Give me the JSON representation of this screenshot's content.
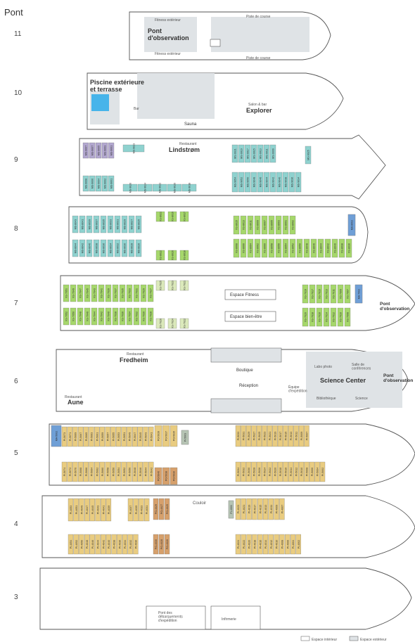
{
  "header": {
    "title": "Pont"
  },
  "colors": {
    "hull_stroke": "#555555",
    "deck_bg": "#ffffff",
    "interior": "#dfe3e6",
    "pool": "#47b4ea",
    "cabin_teal": "#8fd2cf",
    "cabin_green": "#a6d76b",
    "cabin_pale_green": "#dbe9bb",
    "cabin_gold": "#e9cc80",
    "cabin_orange": "#d6a06b",
    "cabin_blue": "#6f9fd6",
    "cabin_purple": "#b2a7cf",
    "cabin_gray_green": "#b6c4b4"
  },
  "decks": [
    {
      "number": "11",
      "labels": {
        "observation": "Pont\nd'observation",
        "fitness_top": "Fitness extérieur",
        "fitness_bottom": "Fitness extérieur",
        "track_top": "Piste de course",
        "track_bottom": "Piste de course"
      }
    },
    {
      "number": "10",
      "labels": {
        "pool": "Piscine extérieure\net terrasse",
        "bar": "Bar",
        "sauna": "Sauna",
        "explorer_small": "Salon & bar",
        "explorer": "Explorer"
      }
    },
    {
      "number": "9",
      "labels": {
        "restaurant_small": "Restaurant",
        "restaurant": "Lindstrøm"
      }
    },
    {
      "number": "8",
      "labels": {}
    },
    {
      "number": "7",
      "labels": {
        "fitness": "Espace Fitness",
        "wellness": "Espace bien-être",
        "observation": "Pont\nd'observation"
      }
    },
    {
      "number": "6",
      "labels": {
        "fredheim_small": "Restaurant",
        "fredheim": "Fredheim",
        "aune_small": "Restaurant",
        "aune": "Aune",
        "boutique": "Boutique",
        "reception": "Réception",
        "expedition": "Équipe\nd'expédition",
        "photo": "Labo photo",
        "conference": "Salle de\nconférences",
        "science_center": "Science Center",
        "library": "Bibliothèque",
        "science": "Science",
        "observation": "Pont\nd'observation"
      }
    },
    {
      "number": "5",
      "labels": {}
    },
    {
      "number": "4",
      "labels": {
        "corridor": "Couloir"
      }
    },
    {
      "number": "3",
      "labels": {
        "landing": "Pont des\ndébarquements\nd'expédition",
        "infirmary": "Infirmerie"
      }
    }
  ],
  "cabins": {
    "deck9": {
      "top": [
        "MS-9007",
        "MS-9007",
        "MS-9005",
        "MS-9003",
        "MS-9001"
      ],
      "bottom": [
        "MS-9008",
        "MS-9006",
        "MS-9004",
        "MS-9002",
        "MS-9001"
      ],
      "upper_row": [
        "MS-9023"
      ],
      "lower_row": [
        "MS-9026",
        "MS-9024",
        "MS-9022",
        "MS-9020",
        "MS-9018"
      ],
      "fwd_top": [
        "MS-9021",
        "MS-9019",
        "MS-9017",
        "MS-9015",
        "MS-9013",
        "MS-9011",
        "MS-9009"
      ],
      "fwd_bottom": [
        "MS-9054",
        "MS-9052",
        "MS-9050",
        "MS-9048",
        "MS-9046",
        "MS-9044",
        "MS-9042",
        "MS-9040",
        "MS-9038",
        "MS-9036",
        "MS-9034"
      ],
      "fwd_suite": [
        "MS-9025"
      ]
    },
    "deck8": {
      "aft_top": [
        "MS-8043",
        "MS-8041",
        "MS-8039",
        "MS-8037",
        "MS-8035",
        "MS-8033",
        "MS-8031",
        "MS-8029",
        "MS-8027",
        "MS-8025"
      ],
      "aft_bottom": [
        "MS-8044",
        "MS-8042",
        "MS-8040",
        "MS-8038",
        "MS-8036",
        "MS-8034",
        "MS-8032",
        "MS-8030",
        "MS-8028",
        "MS-8026"
      ],
      "mid_top": [
        "XS-8021",
        "XS-8019",
        "XS-8017"
      ],
      "mid_bottom": [
        "XS-8022",
        "XS-8020",
        "XS-8018"
      ],
      "fwd_top": [
        "XS-8015",
        "XS-8013",
        "XS-8011",
        "XS-8009",
        "XS-8007",
        "XS-8005",
        "XS-8003",
        "XS-8001",
        "XS-8002"
      ],
      "fwd_bottom": [
        "XS-8068",
        "XS-8066",
        "XS-8064",
        "XS-8062",
        "XS-8060",
        "XS-8058",
        "XS-8056",
        "XS-8054",
        "XS-8052",
        "XS-8050",
        "XS-8048",
        "XS-8046",
        "XS-8044",
        "XS-8042",
        "XS-8040",
        "XS-8038",
        "XS-8036"
      ],
      "end": [
        "MA-8001",
        "MA-8002"
      ]
    },
    "deck7": {
      "aft_top": [
        "XS-7051",
        "XS-7049",
        "XS-7047",
        "XS-7045",
        "XS-7043",
        "XS-7041",
        "XS-7039",
        "XS-7037",
        "XS-7035",
        "XS-7033",
        "XS-7031",
        "XS-7029",
        "XS-7027"
      ],
      "aft_bottom": [
        "XS-7052",
        "XS-7050",
        "XS-7048",
        "XS-7046",
        "XS-7044",
        "XS-7042",
        "XS-7040",
        "XS-7038",
        "XS-7036",
        "XS-7034",
        "XS-7032",
        "XS-7030",
        "XS-7028"
      ],
      "mid_top": [
        "XS-7025",
        "XS-7023",
        "XS-7021"
      ],
      "mid_bottom": [
        "XS-7026",
        "XS-7024",
        "XS-7022"
      ],
      "fwd_top": [
        "XS-7019",
        "XS-7017",
        "XS-7015",
        "XS-7013",
        "XS-7011",
        "XS-7009",
        "XS-7007"
      ],
      "fwd_bottom": [
        "XS-7020",
        "XS-7018",
        "XS-7016",
        "XS-7014",
        "XS-7012",
        "XS-7010",
        "XS-7008"
      ],
      "end": [
        "MA-7001",
        "MA-7002"
      ]
    },
    "deck5": {
      "aft_top": [
        "PI-5073",
        "PI-5071",
        "PI-5069",
        "PI-5067",
        "PI-5065",
        "PI-5063",
        "PI-5061",
        "PI-5059",
        "PI-5057",
        "PI-5055",
        "PI-5053",
        "PI-5051",
        "PI-5049",
        "PI-5047",
        "PI-5045",
        "PI-5043",
        "PI-5041"
      ],
      "aft_bottom": [
        "PI-5074",
        "PI-5072",
        "PI-5070",
        "PI-5068",
        "PI-5066",
        "PI-5064",
        "PI-5062",
        "PI-5060",
        "PI-5058",
        "PI-5056",
        "PI-5054",
        "PI-5052",
        "PI-5050",
        "PI-5048",
        "PI-5046",
        "PI-5044",
        "PI-5042"
      ],
      "mid_top": [
        "PO-5039",
        "PO-5037",
        "PO-5035"
      ],
      "mid_bottom": [
        "PO-5040",
        "PO-5038",
        "PO-5036"
      ],
      "fwd_top": [
        "PI-5033",
        "PI-5031",
        "PI-5029",
        "PI-5027",
        "PI-5025",
        "PI-5023",
        "PI-5021",
        "PI-5019",
        "PI-5017",
        "PI-5015",
        "PI-5013",
        "PI-5011",
        "PI-5009",
        "PI-5007"
      ],
      "fwd_bottom": [
        "PI-5034",
        "PI-5032",
        "PI-5030",
        "PI-5028",
        "PI-5026",
        "PI-5024",
        "PI-5022",
        "PI-5020",
        "PI-5018",
        "PI-5016",
        "PI-5014",
        "PI-5012",
        "PI-5010",
        "PI-5008",
        "PI-5006",
        "PI-5004",
        "PI-5002"
      ],
      "end": [
        "MA-5001",
        "MA-5002"
      ],
      "gray": [
        "PI-5005",
        "PI-5003"
      ]
    },
    "deck4": {
      "aft_top": [
        "PI-4053",
        "PI-4051",
        "PI-4049",
        "PI-4047",
        "PI-4045",
        "PI-4043",
        "PI-4041",
        "PI-4039"
      ],
      "aft_mid_top": [
        "PI-4037",
        "PI-4035",
        "PI-4033",
        "PI-4031"
      ],
      "aft_bottom": [
        "PI-4054",
        "PI-4052",
        "PI-4050",
        "PI-4048",
        "PI-4046",
        "PI-4044",
        "PI-4042",
        "PI-4040",
        "PI-4038",
        "PI-4036",
        "PI-4034",
        "PI-4032",
        "PI-4030"
      ],
      "orange_top": [
        "PO-4029",
        "PO-4027",
        "PO-4025"
      ],
      "orange_bottom": [
        "PO-4030",
        "PO-4028",
        "PO-4026"
      ],
      "fwd_top": [
        "PI-4023",
        "PI-4021",
        "PI-4019",
        "PI-4017",
        "PI-4015",
        "PI-4013",
        "PI-4011",
        "PI-4009",
        "PI-4007"
      ],
      "fwd_bottom": [
        "PI-4024",
        "PI-4022",
        "PI-4020",
        "PI-4018",
        "PI-4016",
        "PI-4014",
        "PI-4012",
        "PI-4010",
        "PI-4008",
        "PI-4006",
        "PI-4004",
        "PI-4002"
      ],
      "gray": [
        "PI-4005",
        "PI-4003"
      ]
    }
  },
  "legend": {
    "interior": "Espace intérieur",
    "exterior": "Espace extérieur"
  }
}
